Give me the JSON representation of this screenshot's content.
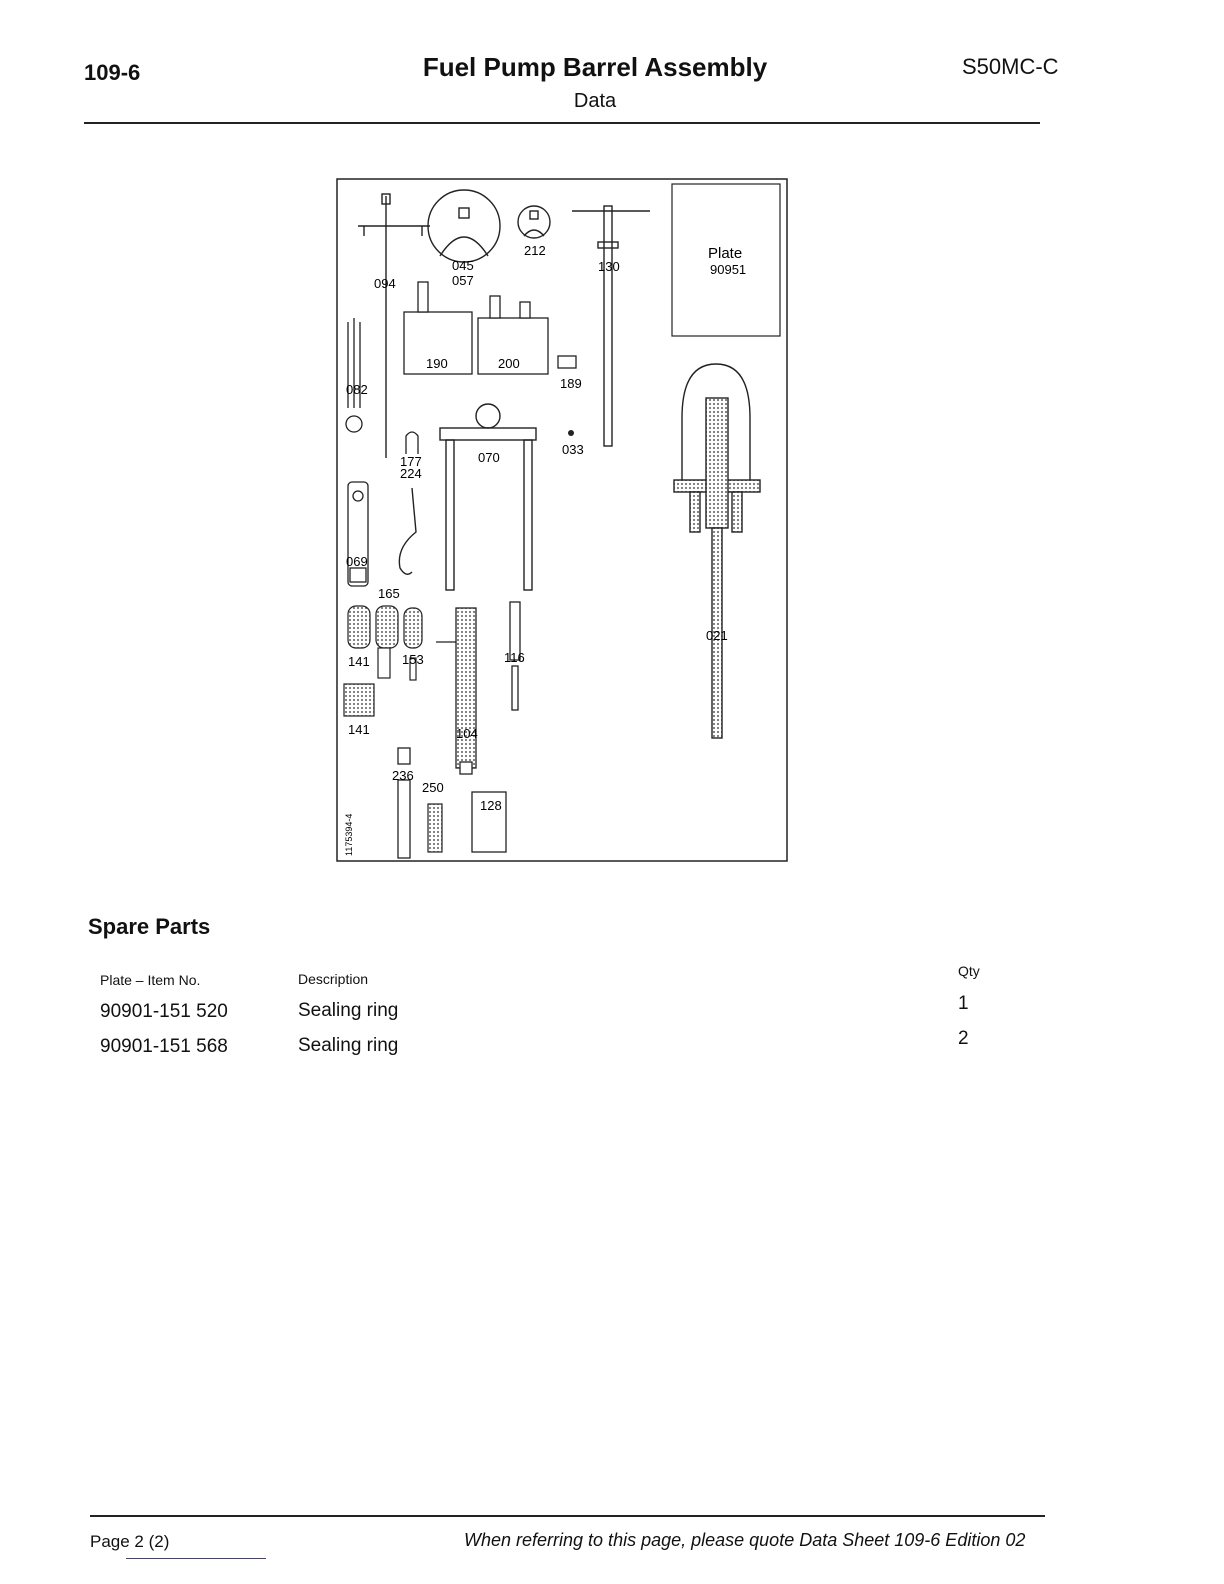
{
  "header": {
    "section_number": "109-6",
    "title": "Fuel Pump Barrel Assembly",
    "subtitle": "Data",
    "engine_model": "S50MC-C"
  },
  "diagram": {
    "plate_label": "Plate",
    "plate_number": "90951",
    "drawing_number": "1175394-4",
    "item_labels": {
      "i094": "094",
      "i045": "045",
      "i057": "057",
      "i212": "212",
      "i130": "130",
      "i190": "190",
      "i200": "200",
      "i189": "189",
      "i082": "082",
      "i177": "177",
      "i224": "224",
      "i070": "070",
      "i033": "033",
      "i069": "069",
      "i165": "165",
      "i141a": "141",
      "i153": "153",
      "i116": "116",
      "i021": "021",
      "i141b": "141",
      "i104": "104",
      "i236": "236",
      "i250": "250",
      "i128": "128"
    }
  },
  "spare_parts": {
    "title": "Spare Parts",
    "columns": {
      "item": "Plate – Item No.",
      "description": "Description",
      "qty": "Qty"
    },
    "rows": [
      {
        "item": "90901-151 520",
        "description": "Sealing ring",
        "qty": "1"
      },
      {
        "item": "90901-151 568",
        "description": "Sealing ring",
        "qty": "2"
      }
    ]
  },
  "footer": {
    "page": "Page 2 (2)",
    "reference": "When referring to this page, please quote Data Sheet 109-6 Edition 02"
  }
}
